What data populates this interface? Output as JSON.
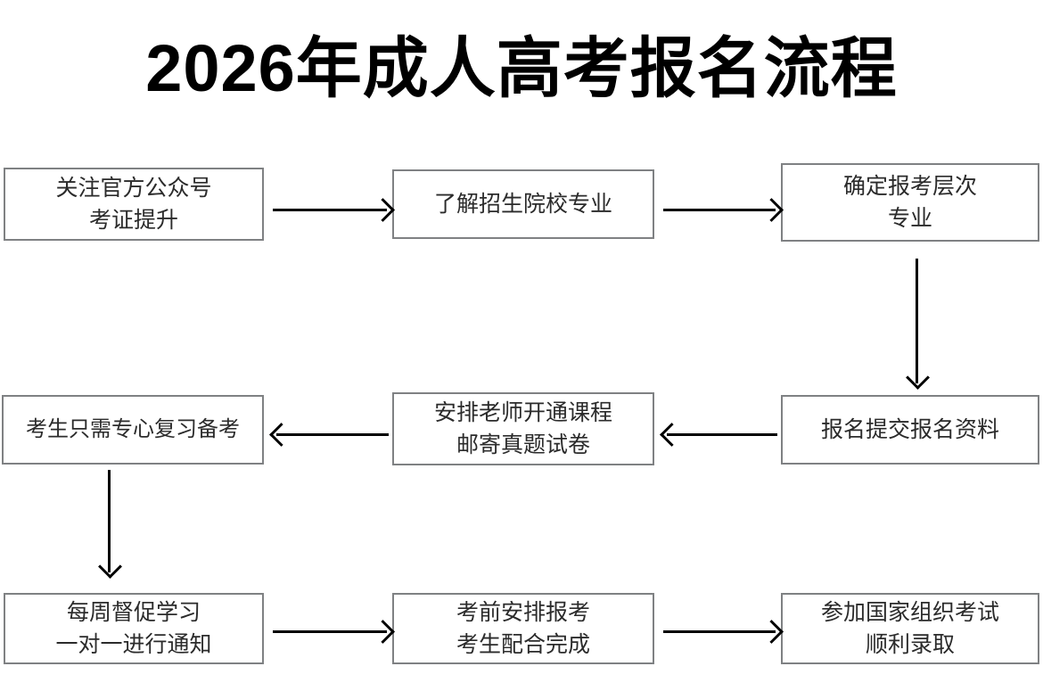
{
  "page": {
    "title": "2026年成人高考报名流程",
    "background_color": "#ffffff",
    "node_border_color": "#7f8183",
    "node_text_color": "#2b2b2b",
    "arrow_color": "#000000",
    "title_color": "#000000"
  },
  "chart_data": {
    "type": "diagram",
    "title": "2026年成人高考报名流程",
    "layout": "3x3 grid, serpentine (boustrophedon) flow",
    "nodes": [
      {
        "id": "n1",
        "line1": "关注官方公众号",
        "line2": "考证提升",
        "row": 1,
        "col": 1
      },
      {
        "id": "n2",
        "line1": "了解招生院校专业",
        "line2": "",
        "row": 1,
        "col": 2
      },
      {
        "id": "n3",
        "line1": "确定报考层次",
        "line2": "专业",
        "row": 1,
        "col": 3
      },
      {
        "id": "n4",
        "line1": "报名提交报名资料",
        "line2": "",
        "row": 2,
        "col": 3
      },
      {
        "id": "n5",
        "line1": "安排老师开通课程",
        "line2": "邮寄真题试卷",
        "row": 2,
        "col": 2
      },
      {
        "id": "n6",
        "line1": "考生只需专心复习备考",
        "line2": "",
        "row": 2,
        "col": 1
      },
      {
        "id": "n7",
        "line1": "每周督促学习",
        "line2": "一对一进行通知",
        "row": 3,
        "col": 1
      },
      {
        "id": "n8",
        "line1": "考前安排报考",
        "line2": "考生配合完成",
        "row": 3,
        "col": 2
      },
      {
        "id": "n9",
        "line1": "参加国家组织考试",
        "line2": "顺利录取",
        "row": 3,
        "col": 3
      }
    ],
    "edges": [
      {
        "from": "n1",
        "to": "n2",
        "direction": "right"
      },
      {
        "from": "n2",
        "to": "n3",
        "direction": "right"
      },
      {
        "from": "n3",
        "to": "n4",
        "direction": "down"
      },
      {
        "from": "n4",
        "to": "n5",
        "direction": "left"
      },
      {
        "from": "n5",
        "to": "n6",
        "direction": "left"
      },
      {
        "from": "n6",
        "to": "n7",
        "direction": "down"
      },
      {
        "from": "n7",
        "to": "n8",
        "direction": "right"
      },
      {
        "from": "n8",
        "to": "n9",
        "direction": "right"
      }
    ]
  }
}
